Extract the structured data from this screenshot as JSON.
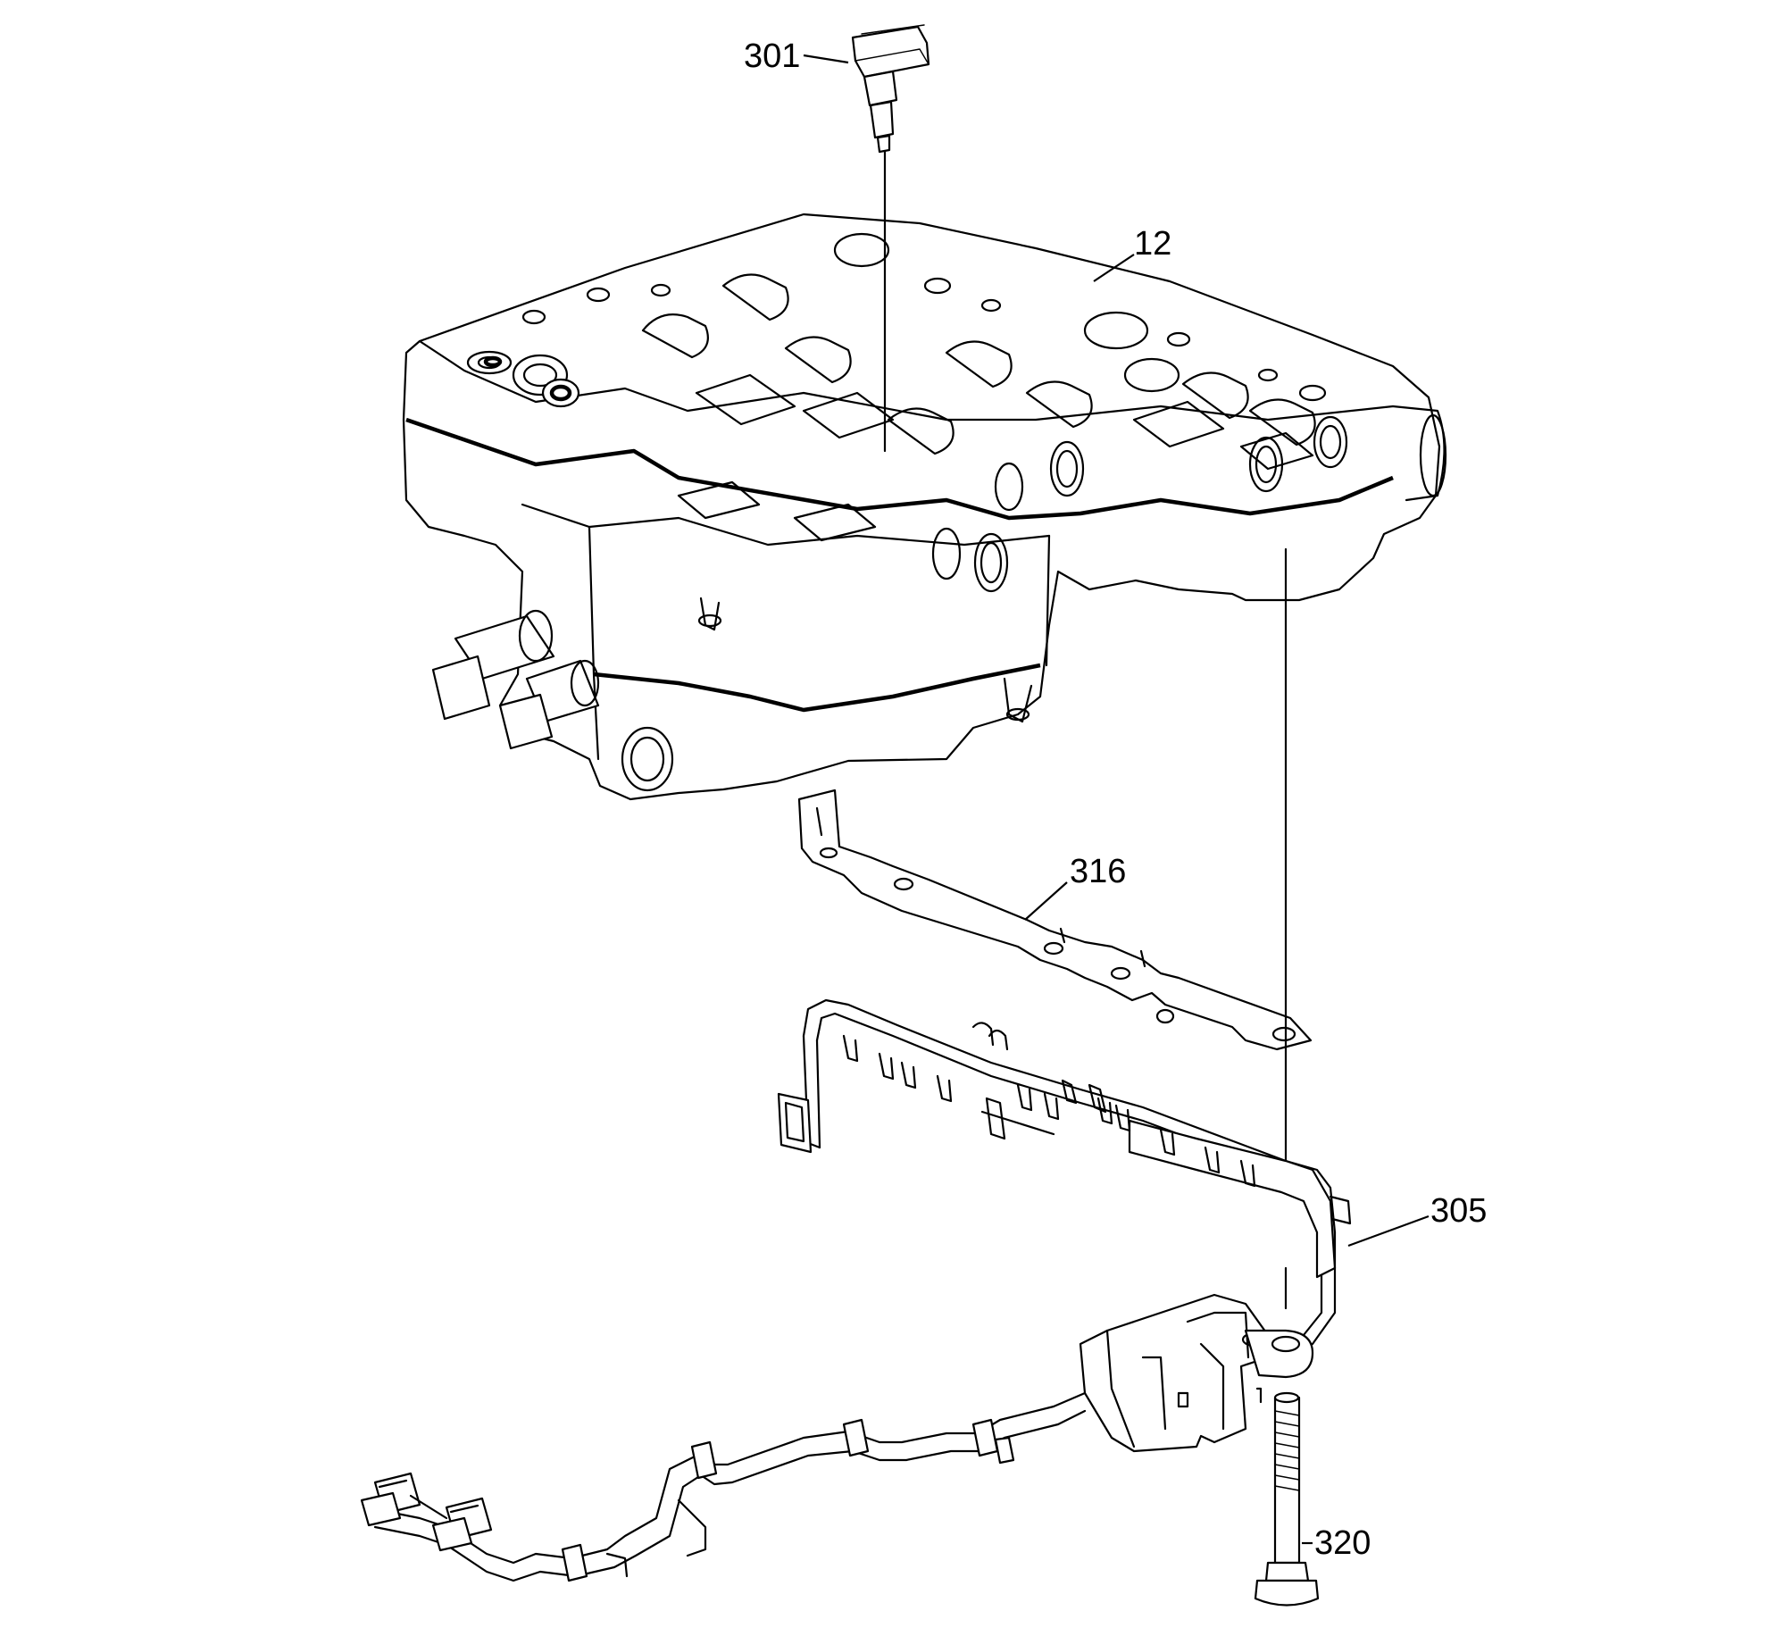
{
  "callouts": [
    {
      "id": "part-301",
      "text": "301"
    },
    {
      "id": "part-12",
      "text": "12"
    },
    {
      "id": "part-316",
      "text": "316"
    },
    {
      "id": "part-305",
      "text": "305"
    },
    {
      "id": "part-320",
      "text": "320"
    }
  ]
}
